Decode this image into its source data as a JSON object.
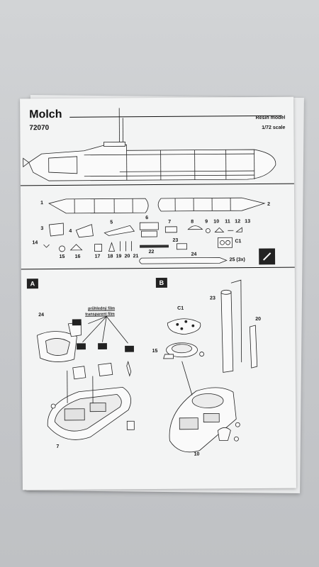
{
  "sheet": {
    "title": "Molch",
    "code": "72070",
    "resin_label": "Resin model",
    "scale_label": "1/72 scale"
  },
  "parts": {
    "p1": "1",
    "p2": "2",
    "p3": "3",
    "p4": "4",
    "p5": "5",
    "p6": "6",
    "p7": "7",
    "p8": "8",
    "p9": "9",
    "p10": "10",
    "p11": "11",
    "p12": "12",
    "p13": "13",
    "c1": "C1",
    "p14": "14",
    "p15": "15",
    "p16": "16",
    "p17": "17",
    "p18": "18",
    "p19": "19",
    "p20": "20",
    "p21": "21",
    "p22": "22",
    "p23": "23",
    "p24": "24",
    "p25": "25 (3x)"
  },
  "steps": {
    "a": "A",
    "b": "B"
  },
  "step_a": {
    "film_cz": "průhledný film",
    "film_en": "transparent film",
    "part_24": "24",
    "part_7": "7"
  },
  "step_b": {
    "part_c1": "C1",
    "part_15": "15",
    "part_23": "23",
    "part_20": "20",
    "part_10": "10"
  },
  "colors": {
    "ink": "#111111",
    "paper": "#f3f4f4",
    "background": "#c9cbcd"
  }
}
